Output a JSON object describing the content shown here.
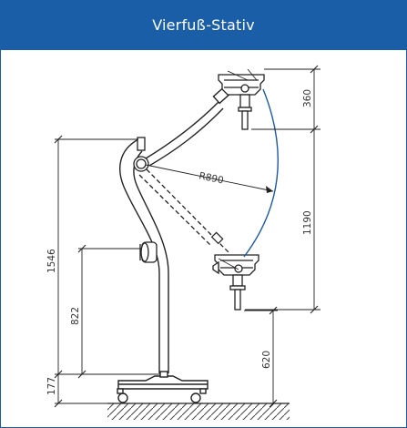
{
  "header": {
    "title": "Vierfuß-Stativ"
  },
  "dimensions": {
    "total_height": "1546",
    "lower_height": "822",
    "base_height": "177",
    "upper_offset": "360",
    "swing_range": "1190",
    "floor_clearance": "620",
    "radius": "R890"
  },
  "colors": {
    "header_bg": "#1b5ea8",
    "arc": "#1c5aa6",
    "line": "#222222",
    "panel_bg": "#ffffff"
  }
}
